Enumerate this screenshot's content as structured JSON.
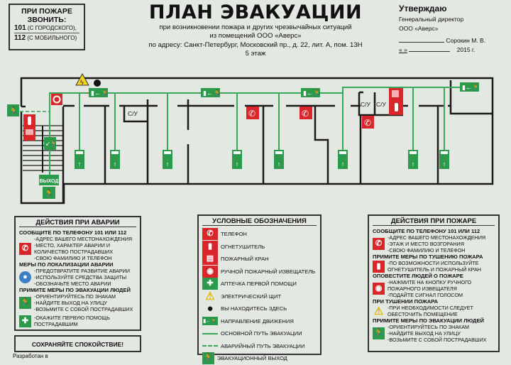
{
  "call_box": {
    "heading1": "ПРИ ПОЖАРЕ",
    "heading2": "ЗВОНИТЬ:",
    "num1": "101",
    "num1_note": "(С ГОРОДСКОГО),",
    "num2": "112",
    "num2_note": "(С МОБИЛЬНОГО)"
  },
  "title": {
    "main": "ПЛАН ЭВАКУАЦИИ",
    "line1": "при возникновении пожара и других чрезвычайных ситуаций",
    "line2": "из помещений ООО «Аверс»",
    "line3": "по адресу: Санкт-Петербург, Московский пр., д. 22, лит. А, пом. 13Н",
    "line4": "5 этаж"
  },
  "approval": {
    "heading": "Утверждаю",
    "position": "Генеральный директор",
    "company": "ООО «Аверс»",
    "name": "Сорокин М. В.",
    "date_quotes": "«    »",
    "year": "2015 г."
  },
  "plan": {
    "wc_label": "С/У",
    "exit_label": "ВЫХОД",
    "colors": {
      "path": "#3aa65a",
      "sign": "#2b9a4a",
      "fire": "#d8262a",
      "wall": "#1a1a1a"
    }
  },
  "accident_box": {
    "heading": "ДЕЙСТВИЯ ПРИ АВАРИИ",
    "s1": "СООБЩИТЕ ПО ТЕЛЕФОНУ 101 ИЛИ 112",
    "s1_lines": [
      "-АДРЕС ВАШЕГО МЕСТОНАХОЖДЕНИЯ",
      "-МЕСТО, ХАРАКТЕР АВАРИИ И КОЛИЧЕСТВО ПОСТРАДАВШИХ",
      "-СВОЮ ФАМИЛИЮ И  ТЕЛЕФОН"
    ],
    "s2": "МЕРЫ ПО ЛОКАЛИЗАЦИИ АВАРИИ",
    "s2_lines": [
      "-ПРЕДОТВРАТИТЕ РАЗВИТИЕ АВАРИИ",
      "-ИСПОЛЬЗУЙТЕ СРЕДСТВА ЗАЩИТЫ",
      "-ОБОЗНАЧЬТЕ МЕСТО АВАРИИ"
    ],
    "s3": "ПРИМИТЕ МЕРЫ ПО ЭВАКУАЦИИ ЛЮДЕЙ",
    "s3_lines": [
      "-ОРИЕНТИРУЙТЕСЬ ПО ЗНАКАМ",
      "-НАЙДИТЕ ВЫХОД НА УЛИЦУ",
      "-ВОЗЬМИТЕ С СОБОЙ ПОСТРАДАВШИХ"
    ],
    "s4_lines": [
      "-ОКАЖИТЕ ПЕРВУЮ ПОМОЩЬ ПОСТРАДАВШИМ"
    ]
  },
  "calm": "СОХРАНЯЙТЕ  СПОКОЙСТВИЕ!",
  "developed": "Разработан в",
  "legend": {
    "heading": "УСЛОВНЫЕ ОБОЗНАЧЕНИЯ",
    "items": [
      {
        "icon": "phone",
        "label": "ТЕЛЕФОН"
      },
      {
        "icon": "extinguisher",
        "label": "ОГНЕТУШИТЕЛЬ"
      },
      {
        "icon": "fire-hose",
        "label": "ПОЖАРНЫЙ КРАН"
      },
      {
        "icon": "fire-alarm",
        "label": "РУЧНОЙ ПОЖАРНЫЙ ИЗВЕЩАТЕЛЬ"
      },
      {
        "icon": "first-aid",
        "label": "АПТЕЧКА ПЕРВОЙ ПОМОЩИ"
      },
      {
        "icon": "electric",
        "label": "ЭЛЕКТРИЧЕСКИЙ ЩИТ"
      },
      {
        "icon": "you-are-here",
        "label": "ВЫ НАХОДИТЕСЬ ЗДЕСЬ"
      },
      {
        "icon": "direction",
        "label": "НАПРАВЛЕНИЕ ДВИЖЕНИЯ"
      },
      {
        "icon": "main-path",
        "label": "ОСНОВНОЙ ПУТЬ ЭВАКУАЦИИ"
      },
      {
        "icon": "emergency-path",
        "label": "АВАРИЙНЫЙ ПУТЬ ЭВАКУАЦИИ"
      },
      {
        "icon": "exit",
        "label": "ЭВАКУАЦИОННЫЙ ВЫХОД"
      }
    ]
  },
  "fire_box": {
    "heading": "ДЕЙСТВИЯ ПРИ ПОЖАРЕ",
    "s1": "СООБЩИТЕ ПО ТЕЛЕФОНУ  101 ИЛИ 112",
    "s1_lines": [
      "-АДРЕС ВАШЕГО МЕСТОНАХОЖДЕНИЯ",
      "-ЭТАЖ И МЕСТО ВОЗГОРАНИЯ",
      "-СВОЮ ФАМИЛИЮ И  ТЕЛЕФОН"
    ],
    "s2": "ПРИМИТЕ МЕРЫ ПО ТУШЕНИЮ ПОЖАРА",
    "s2_lines": [
      "-ПО ВОЗМОЖНОСТИ ИСПОЛЬЗУЙТЕ ОГНЕТУШИТЕЛЬ И ПОЖАРНЫЙ КРАН"
    ],
    "s3": "ОПОВЕСТИТЕ ЛЮДЕЙ О ПОЖАРЕ",
    "s3_lines": [
      "-НАЖМИТЕ НА КНОПКУ РУЧНОГО ПОЖАРНОГО ИЗВЕЩАТЕЛЯ",
      "-ПОДАЙТЕ СИГНАЛ ГОЛОСОМ"
    ],
    "s4": "ПРИ ТУШЕНИИ ПОЖАРА",
    "s4_lines": [
      "-ПРИ НЕОБХОДИМОСТИ СЛЕДУЕТ ОБЕСТОЧИТЬ ПОМЕЩЕНИЕ"
    ],
    "s5": "ПРИМИТЕ МЕРЫ ПО ЭВАКУАЦИИ ЛЮДЕЙ",
    "s5_lines": [
      "-ОРИЕНТИРУЙТЕСЬ ПО ЗНАКАМ",
      "-НАЙДИТЕ ВЫХОД НА УЛИЦУ",
      "-ВОЗЬМИТЕ С СОБОЙ ПОСТРАДАВШИХ"
    ]
  }
}
